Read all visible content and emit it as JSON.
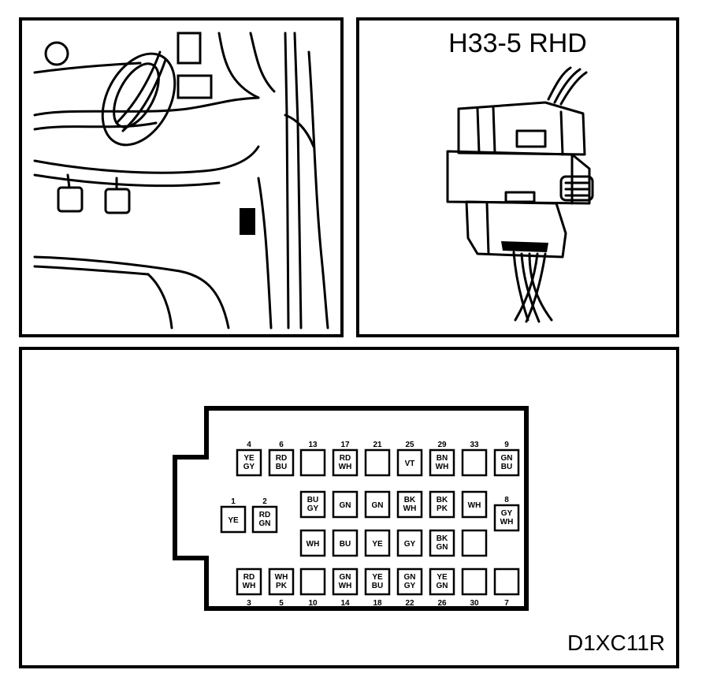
{
  "connector_view": {
    "title": "H33-5 RHD"
  },
  "pinout": {
    "reference_code": "D1XC11R",
    "pins": [
      {
        "number": "4",
        "colors": [
          "YE",
          "GY"
        ]
      },
      {
        "number": "6",
        "colors": [
          "RD",
          "BU"
        ]
      },
      {
        "number": "13",
        "colors": []
      },
      {
        "number": "17",
        "colors": [
          "RD",
          "WH"
        ]
      },
      {
        "number": "21",
        "colors": []
      },
      {
        "number": "25",
        "colors": [
          "VT"
        ]
      },
      {
        "number": "29",
        "colors": [
          "BN",
          "WH"
        ]
      },
      {
        "number": "33",
        "colors": []
      },
      {
        "number": "9",
        "colors": [
          "GN",
          "BU"
        ]
      },
      {
        "number": "1",
        "colors": [
          "YE"
        ]
      },
      {
        "number": "2",
        "colors": [
          "RD",
          "GN"
        ]
      },
      {
        "number": "",
        "colors": [
          "BU",
          "GY"
        ]
      },
      {
        "number": "",
        "colors": [
          "GN"
        ]
      },
      {
        "number": "",
        "colors": [
          "GN"
        ]
      },
      {
        "number": "",
        "colors": [
          "BK",
          "WH"
        ]
      },
      {
        "number": "",
        "colors": [
          "BK",
          "PK"
        ]
      },
      {
        "number": "",
        "colors": [
          "WH"
        ]
      },
      {
        "number": "8",
        "colors": [
          "GY",
          "WH"
        ]
      },
      {
        "number": "",
        "colors": [
          "WH"
        ]
      },
      {
        "number": "",
        "colors": [
          "BU"
        ]
      },
      {
        "number": "",
        "colors": [
          "YE"
        ]
      },
      {
        "number": "",
        "colors": [
          "GY"
        ]
      },
      {
        "number": "",
        "colors": [
          "BK",
          "GN"
        ]
      },
      {
        "number": "",
        "colors": []
      },
      {
        "number": "3",
        "colors": [
          "RD",
          "WH"
        ]
      },
      {
        "number": "5",
        "colors": [
          "WH",
          "PK"
        ]
      },
      {
        "number": "10",
        "colors": []
      },
      {
        "number": "14",
        "colors": [
          "GN",
          "WH"
        ]
      },
      {
        "number": "18",
        "colors": [
          "YE",
          "BU"
        ]
      },
      {
        "number": "22",
        "colors": [
          "GN",
          "GY"
        ]
      },
      {
        "number": "26",
        "colors": [
          "YE",
          "GN"
        ]
      },
      {
        "number": "30",
        "colors": []
      },
      {
        "number": "7",
        "colors": []
      }
    ]
  }
}
